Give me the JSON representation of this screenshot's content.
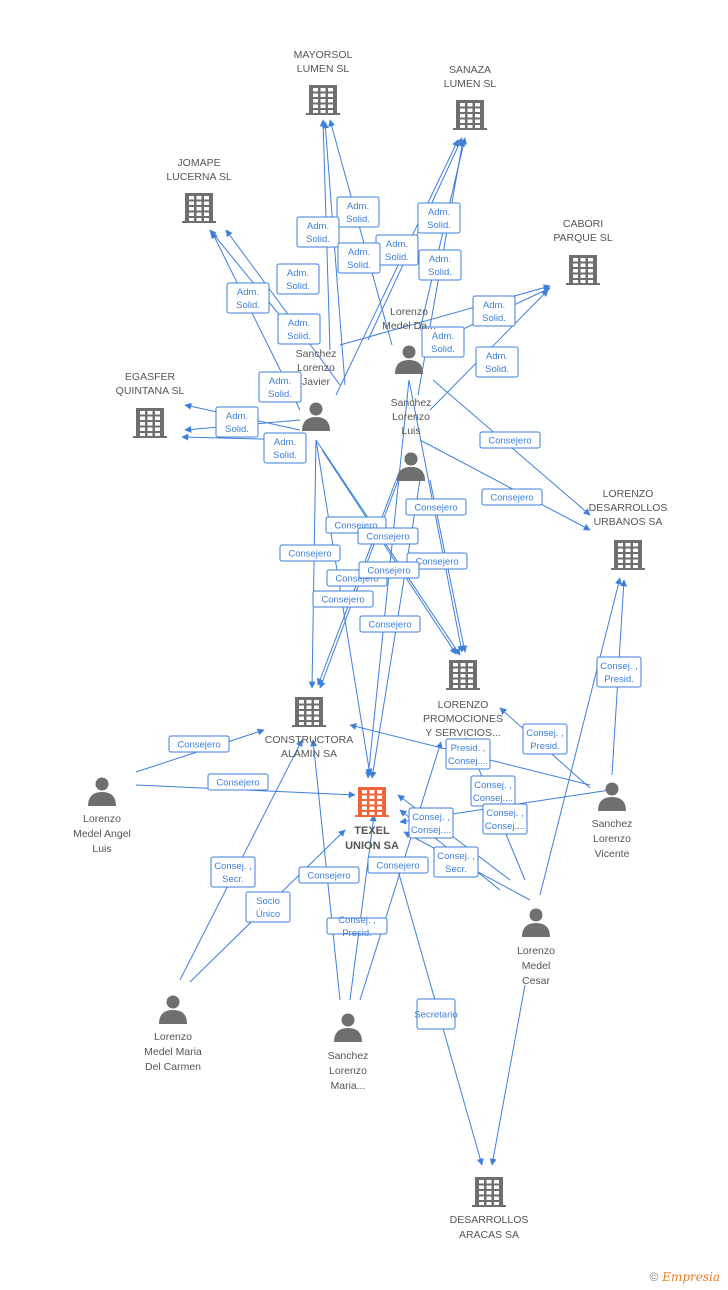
{
  "companies": [
    {
      "id": "mayorsol",
      "lines": [
        "MAYORSOL",
        "LUMEN SL"
      ],
      "main": false
    },
    {
      "id": "sanaza",
      "lines": [
        "SANAZA",
        "LUMEN SL"
      ],
      "main": false
    },
    {
      "id": "jomape",
      "lines": [
        "JOMAPE",
        "LUCERNA SL"
      ],
      "main": false
    },
    {
      "id": "cabori",
      "lines": [
        "CABORI",
        "PARQUE SL"
      ],
      "main": false
    },
    {
      "id": "egasfer",
      "lines": [
        "EGASFER",
        "QUINTANA SL"
      ],
      "main": false
    },
    {
      "id": "lorenzo_desarrollos",
      "lines": [
        "LORENZO",
        "DESARROLLOS",
        "URBANOS SA"
      ],
      "main": false
    },
    {
      "id": "lorenzo_promociones",
      "lines": [
        "LORENZO",
        "PROMOCIONES",
        "Y SERVICIOS..."
      ],
      "main": false
    },
    {
      "id": "constructora",
      "lines": [
        "CONSTRUCTORA",
        "ALAMIN SA"
      ],
      "main": false
    },
    {
      "id": "texel",
      "lines": [
        "TEXEL",
        "UNION SA"
      ],
      "main": true
    },
    {
      "id": "desarrollos_aracas",
      "lines": [
        "DESARROLLOS",
        "ARACAS SA"
      ],
      "main": false
    }
  ],
  "persons": [
    {
      "id": "p_daniel",
      "lines": [
        "Lorenzo",
        "Medel Da..."
      ]
    },
    {
      "id": "p_javier",
      "lines": [
        "Sanchez",
        "Lorenzo",
        "Javier"
      ]
    },
    {
      "id": "p_luis",
      "lines": [
        "Sanchez",
        "Lorenzo",
        "Luis"
      ]
    },
    {
      "id": "p_unnamed",
      "lines": []
    },
    {
      "id": "p_angel",
      "lines": [
        "Lorenzo",
        "Medel Angel",
        "Luis"
      ]
    },
    {
      "id": "p_vicente",
      "lines": [
        "Sanchez",
        "Lorenzo",
        "Vicente"
      ]
    },
    {
      "id": "p_cesar",
      "lines": [
        "Lorenzo",
        "Medel",
        "Cesar"
      ]
    },
    {
      "id": "p_carmen",
      "lines": [
        "Lorenzo",
        "Medel Maria",
        "Del Carmen"
      ]
    },
    {
      "id": "p_maria",
      "lines": [
        "Sanchez",
        "Lorenzo",
        "Maria..."
      ]
    }
  ],
  "relations": [
    {
      "lines": [
        "Adm.",
        "Solid."
      ]
    },
    {
      "lines": [
        "Adm.",
        "Solid."
      ]
    },
    {
      "lines": [
        "Adm.",
        "Solid."
      ]
    },
    {
      "lines": [
        "Adm.",
        "Solid."
      ]
    },
    {
      "lines": [
        "Adm.",
        "Solid."
      ]
    },
    {
      "lines": [
        "Adm.",
        "Solid."
      ]
    },
    {
      "lines": [
        "Adm.",
        "Solid."
      ]
    },
    {
      "lines": [
        "Adm.",
        "Solid."
      ]
    },
    {
      "lines": [
        "Adm.",
        "Solid."
      ]
    },
    {
      "lines": [
        "Adm.",
        "Solid."
      ]
    },
    {
      "lines": [
        "Adm.",
        "Solid."
      ]
    },
    {
      "lines": [
        "Adm.",
        "Solid."
      ]
    },
    {
      "lines": [
        "Adm.",
        "Solid."
      ]
    },
    {
      "lines": [
        "Adm.",
        "Solid."
      ]
    },
    {
      "lines": [
        "Adm.",
        "Solid."
      ]
    },
    {
      "lines": [
        "Consejero"
      ]
    },
    {
      "lines": [
        "Consejero"
      ]
    },
    {
      "lines": [
        "Consejero"
      ]
    },
    {
      "lines": [
        "Consejero"
      ]
    },
    {
      "lines": [
        "Consejero"
      ]
    },
    {
      "lines": [
        "Consejero"
      ]
    },
    {
      "lines": [
        "Consejero"
      ]
    },
    {
      "lines": [
        "Consejero"
      ]
    },
    {
      "lines": [
        "Consejero"
      ]
    },
    {
      "lines": [
        "Consejero"
      ]
    },
    {
      "lines": [
        "Consejero"
      ]
    },
    {
      "lines": [
        "Consejero"
      ]
    },
    {
      "lines": [
        "Consejero"
      ]
    },
    {
      "lines": [
        "Consejero"
      ]
    },
    {
      "lines": [
        "Consejero"
      ]
    },
    {
      "lines": [
        "Consej. ,",
        "Presid."
      ]
    },
    {
      "lines": [
        "Consej. ,",
        "Presid."
      ]
    },
    {
      "lines": [
        "Consej. ,",
        "Presid."
      ]
    },
    {
      "lines": [
        "Presid. ,",
        "Consej...."
      ]
    },
    {
      "lines": [
        "Consej. ,",
        "Consej...."
      ]
    },
    {
      "lines": [
        "Consej. ,",
        "Consej...."
      ]
    },
    {
      "lines": [
        "Consej. ,",
        "Consej...."
      ]
    },
    {
      "lines": [
        "Consej. ,",
        "Secr."
      ]
    },
    {
      "lines": [
        "Consej. ,",
        "Secr."
      ]
    },
    {
      "lines": [
        "Socio",
        "Único"
      ]
    },
    {
      "lines": [
        "Secretario"
      ]
    }
  ],
  "footer": {
    "copyright": "©",
    "brand": "Empresia"
  },
  "colors": {
    "edge": "#3d7fdb",
    "node": "#6f6f6f",
    "main_node": "#f0643c"
  }
}
